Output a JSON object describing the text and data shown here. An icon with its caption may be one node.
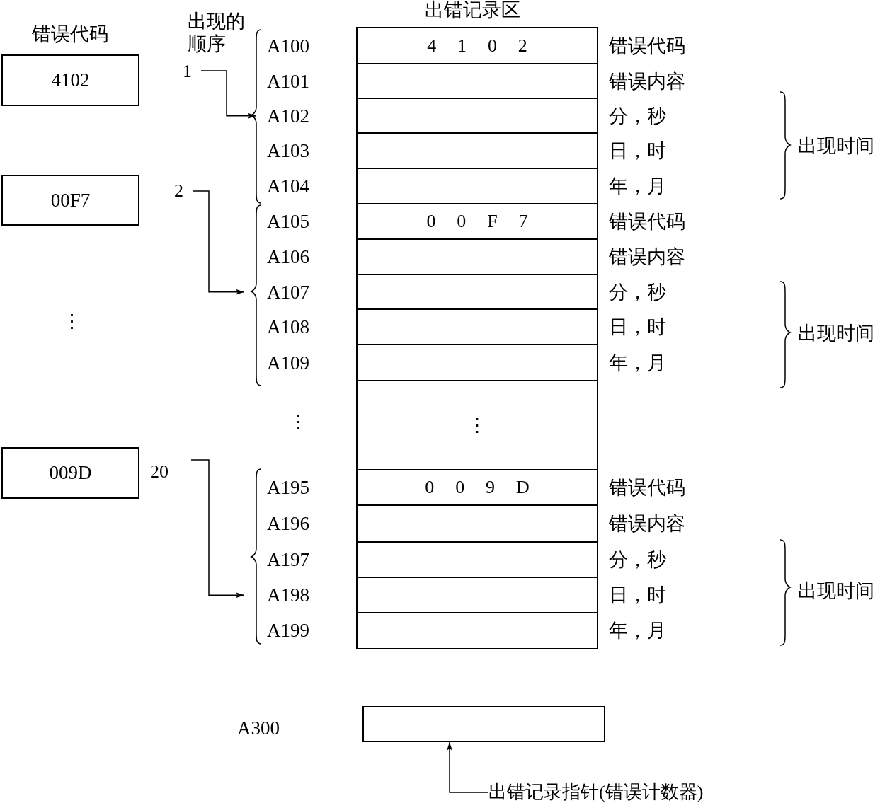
{
  "diagram": {
    "title": "出错记录区",
    "nodes": [
      {
        "text": [
          "4102"
        ]
      },
      {
        "text": [
          "1"
        ]
      },
      {
        "text": [
          "4 1 0 2"
        ],
        "beside": [
          "A100",
          "错误代码"
        ]
      },
      {
        "text": [],
        "shape": "box",
        "beside": [
          "A101",
          "错误内容"
        ]
      },
      {
        "text": [],
        "shape": "box",
        "beside": [
          "A102",
          "分，秒"
        ]
      },
      {
        "text": [],
        "shape": "box",
        "beside": [
          "A103",
          "日，时"
        ]
      },
      {
        "text": [],
        "shape": "box",
        "beside": [
          "A104",
          "年，月"
        ]
      },
      {
        "text": [
          "00F7"
        ]
      },
      {
        "text": [
          "2"
        ]
      },
      {
        "text": [
          "0 0 F 7"
        ],
        "beside": [
          "A105",
          "错误代码"
        ]
      },
      {
        "text": [],
        "shape": "box",
        "beside": [
          "A106",
          "错误内容"
        ]
      },
      {
        "text": [],
        "shape": "box",
        "beside": [
          "A107",
          "分，秒"
        ]
      },
      {
        "text": [],
        "shape": "box",
        "beside": [
          "A108",
          "日，时"
        ]
      },
      {
        "text": [],
        "shape": "box",
        "beside": [
          "A109",
          "年，月"
        ]
      },
      {
        "text": [
          "⋮"
        ]
      },
      {
        "text": [
          "009D"
        ]
      },
      {
        "text": [
          "20"
        ]
      },
      {
        "text": [
          "0 0 9 D"
        ],
        "beside": [
          "A195",
          "错误代码"
        ]
      },
      {
        "text": [],
        "shape": "box",
        "beside": [
          "A196",
          "错误内容"
        ]
      },
      {
        "text": [],
        "shape": "box",
        "beside": [
          "A197",
          "分，秒"
        ]
      },
      {
        "text": [],
        "shape": "box",
        "beside": [
          "A198",
          "日，时"
        ]
      },
      {
        "text": [],
        "shape": "box",
        "beside": [
          "A199",
          "年，月"
        ]
      },
      {
        "text": [],
        "shape": "box"
      },
      {
        "text": [
          "出错记录指针(错误计数器)"
        ]
      }
    ],
    "edges": [
      {
        "from": 1,
        "to": 4,
        "arrow": "to"
      },
      {
        "from": 8,
        "to": 11,
        "arrow": "to"
      },
      {
        "from": 16,
        "to": 20,
        "arrow": "to"
      },
      {
        "from": 23,
        "to": 22,
        "arrow": "to"
      }
    ],
    "labels": [
      "错误代码",
      "出现的顺序",
      "⋮",
      "⋮",
      "出现时间",
      "出现时间",
      "出现时间",
      "A300"
    ]
  }
}
